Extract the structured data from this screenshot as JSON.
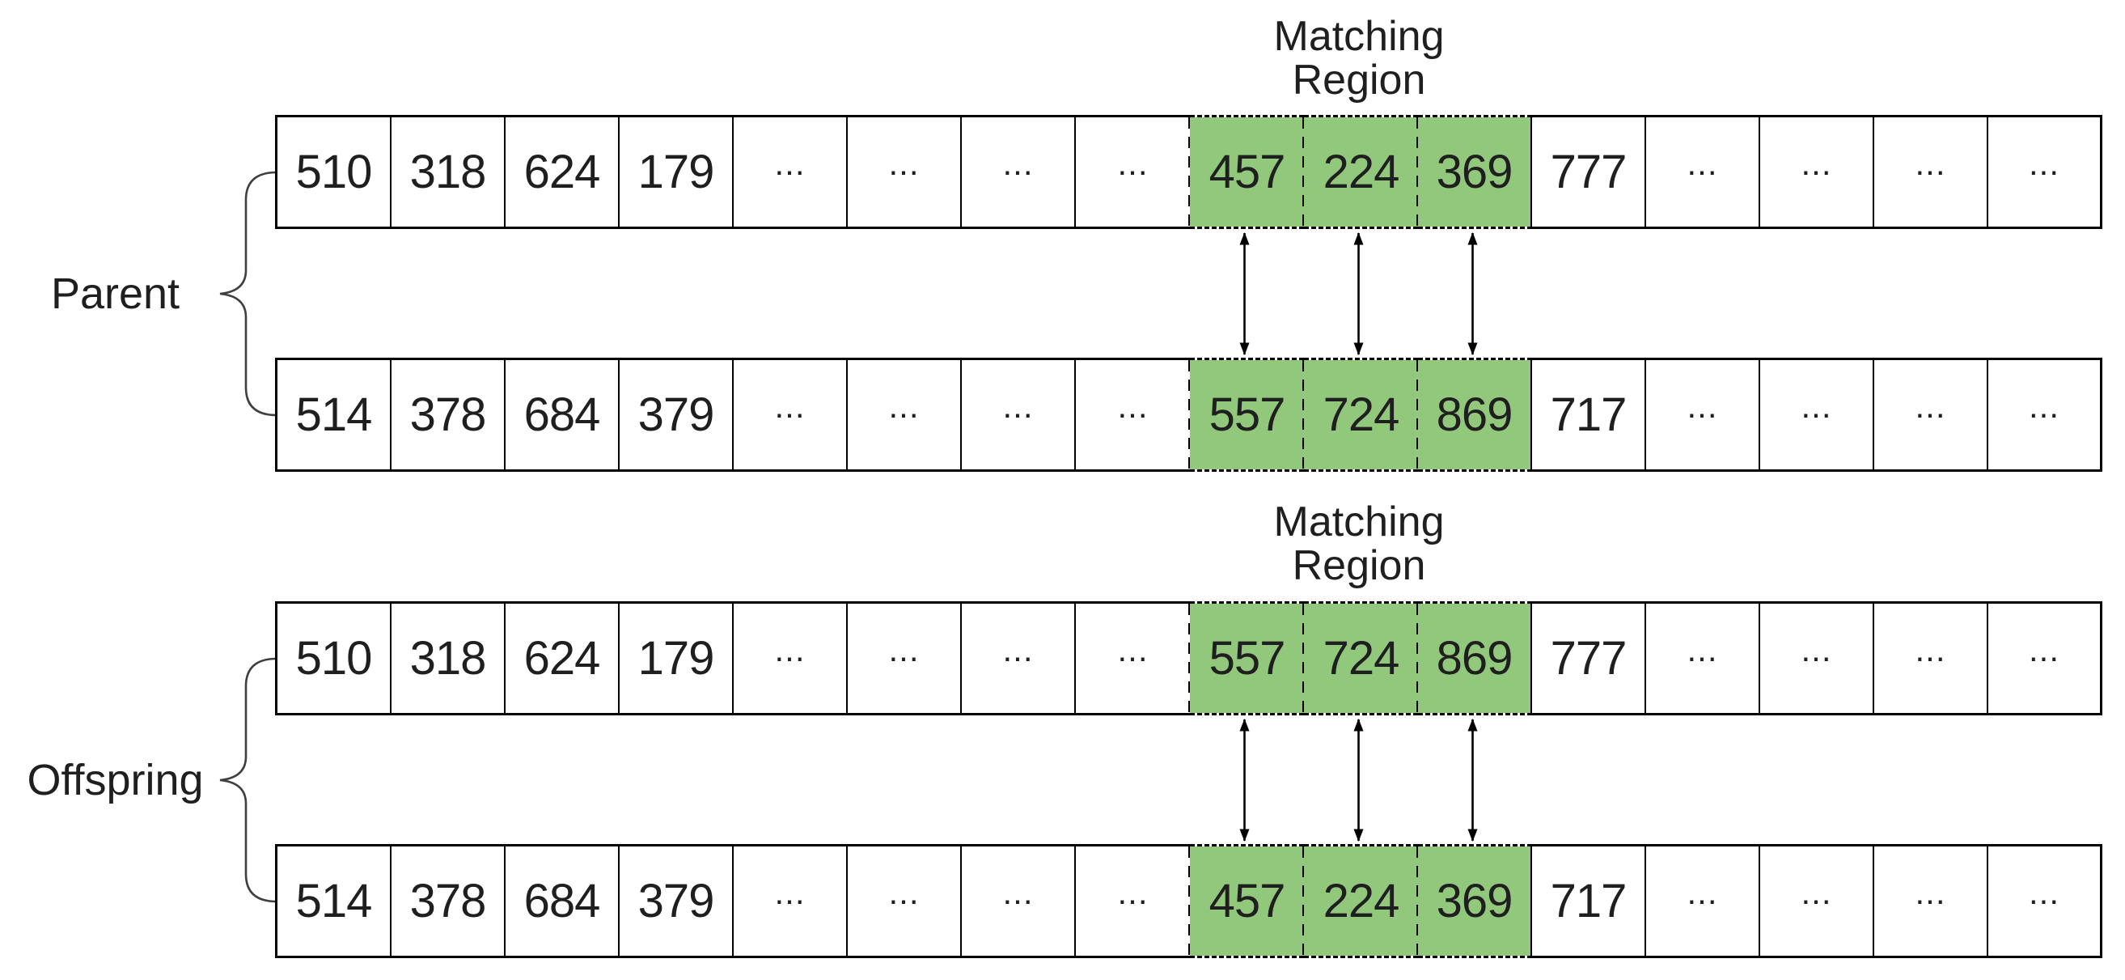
{
  "diagram_type": "genetic-algorithm partially-matched crossover",
  "colors": {
    "region_fill": "#92C87C",
    "line": "#000000",
    "text": "#1F1F1F",
    "brace": "#3F3F3F"
  },
  "matching_region": {
    "start_index": 8,
    "end_index": 10,
    "label_lines": [
      "Matching",
      "Region"
    ]
  },
  "groups": [
    {
      "id": "parent",
      "label": "Parent",
      "matching_label": [
        "Matching",
        "Region"
      ],
      "rows": [
        {
          "cells": [
            "510",
            "318",
            "624",
            "179",
            "...",
            "...",
            "...",
            "...",
            "457",
            "224",
            "369",
            "777",
            "...",
            "...",
            "...",
            "..."
          ]
        },
        {
          "cells": [
            "514",
            "378",
            "684",
            "379",
            "...",
            "...",
            "...",
            "...",
            "557",
            "724",
            "869",
            "717",
            "...",
            "...",
            "...",
            "..."
          ]
        }
      ]
    },
    {
      "id": "offspring",
      "label": "Offspring",
      "matching_label": [
        "Matching",
        "Region"
      ],
      "rows": [
        {
          "cells": [
            "510",
            "318",
            "624",
            "179",
            "...",
            "...",
            "...",
            "...",
            "557",
            "724",
            "869",
            "777",
            "...",
            "...",
            "...",
            "..."
          ]
        },
        {
          "cells": [
            "514",
            "378",
            "684",
            "379",
            "...",
            "...",
            "...",
            "...",
            "457",
            "224",
            "369",
            "717",
            "...",
            "...",
            "...",
            "..."
          ]
        }
      ]
    }
  ]
}
